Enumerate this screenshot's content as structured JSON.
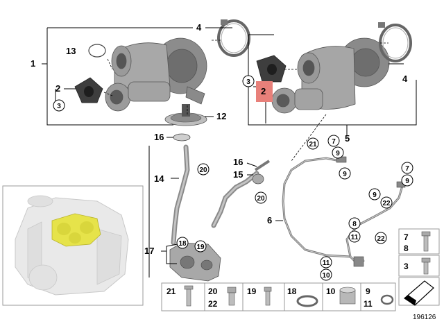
{
  "diagram_id": "196126",
  "callouts": {
    "n1": "1",
    "n2": "2",
    "n3": "3",
    "n4": "4",
    "n5": "5",
    "n6": "6",
    "n7": "7",
    "n8": "8",
    "n9": "9",
    "n11": "11",
    "n12": "12",
    "n13": "13",
    "n14": "14",
    "n15": "15",
    "n16": "16",
    "n17": "17",
    "n18": "18",
    "n19": "19",
    "n20": "20",
    "n21": "21",
    "n22": "22",
    "n10": "10"
  },
  "legend": {
    "c21": "21",
    "c20": "20",
    "c22": "22",
    "c19": "19",
    "c18": "18",
    "c10": "10",
    "c9": "9",
    "c11": "11",
    "c7": "7",
    "c8": "8",
    "c3": "3"
  },
  "colors": {
    "highlight_box": "#e8807a",
    "engine_highlight": "#e6e34a",
    "part_grey": "#9a9a9a",
    "part_dark": "#3a3a3a"
  }
}
